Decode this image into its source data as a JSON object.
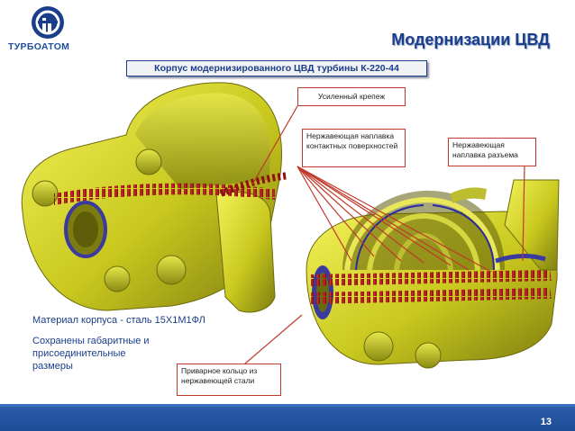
{
  "brand": {
    "name": "ТУРБОАТОМ",
    "colors": {
      "primary": "#1b3e8a",
      "accent": "#c0392b",
      "body": "#c8c820"
    }
  },
  "header": {
    "title": "Модернизации ЦВД",
    "subtitle": "Корпус модернизированного ЦВД турбины К-220-44"
  },
  "callouts": {
    "reinforced_fastening": "Усиленный крепеж",
    "contact_surfacing": "Нержавеющая наплавка контактных поверхностей",
    "joint_surfacing": "Нержавеющая наплавка разъема",
    "welded_ring": "Приварное кольцо из нержавеющей стали"
  },
  "notes": {
    "material": "Материал корпуса -  сталь 15Х1М1ФЛ",
    "dimensions": "Сохранены габаритные и присоединительные размеры"
  },
  "footer": {
    "page_number": "13"
  }
}
